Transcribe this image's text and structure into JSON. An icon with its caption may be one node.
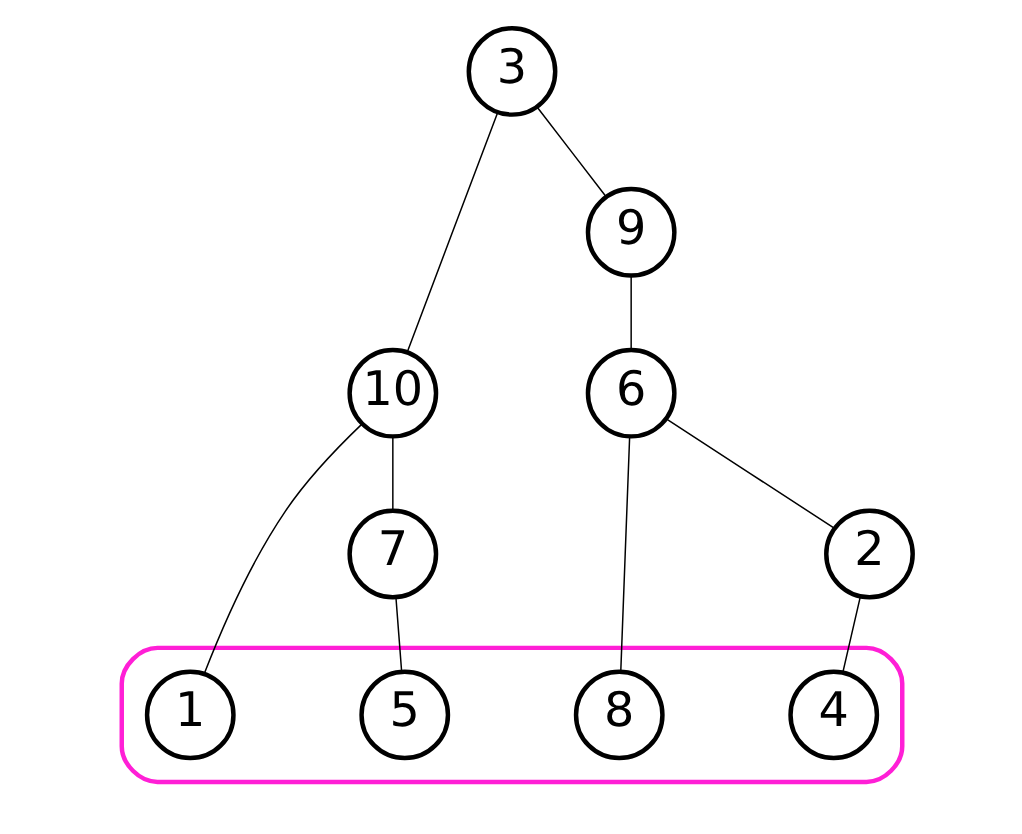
{
  "diagram": {
    "nodes": [
      {
        "text": [],
        "shape": "loop"
      },
      {
        "text": [
          "3"
        ]
      },
      {
        "text": [
          "10"
        ]
      },
      {
        "text": [
          "9"
        ]
      },
      {
        "text": [
          "1"
        ],
        "in": 0
      },
      {
        "text": [
          "7"
        ]
      },
      {
        "text": [
          "6"
        ]
      },
      {
        "text": [
          "5"
        ],
        "in": 0
      },
      {
        "text": [
          "2"
        ]
      },
      {
        "text": [
          "8"
        ],
        "in": 0
      },
      {
        "text": [
          "4"
        ],
        "in": 0
      }
    ],
    "edges": [
      {
        "from": 1,
        "to": 2,
        "arrow": "none"
      },
      {
        "from": 1,
        "to": 3,
        "arrow": "none"
      },
      {
        "from": 2,
        "to": 4,
        "arrow": "none"
      },
      {
        "from": 2,
        "to": 5,
        "arrow": "none"
      },
      {
        "from": 5,
        "to": 7,
        "arrow": "none"
      },
      {
        "from": 3,
        "to": 6,
        "arrow": "none"
      },
      {
        "from": 6,
        "to": 8,
        "arrow": "none"
      },
      {
        "from": 6,
        "to": 9,
        "arrow": "none"
      },
      {
        "from": 8,
        "to": 10,
        "arrow": "none"
      }
    ]
  }
}
